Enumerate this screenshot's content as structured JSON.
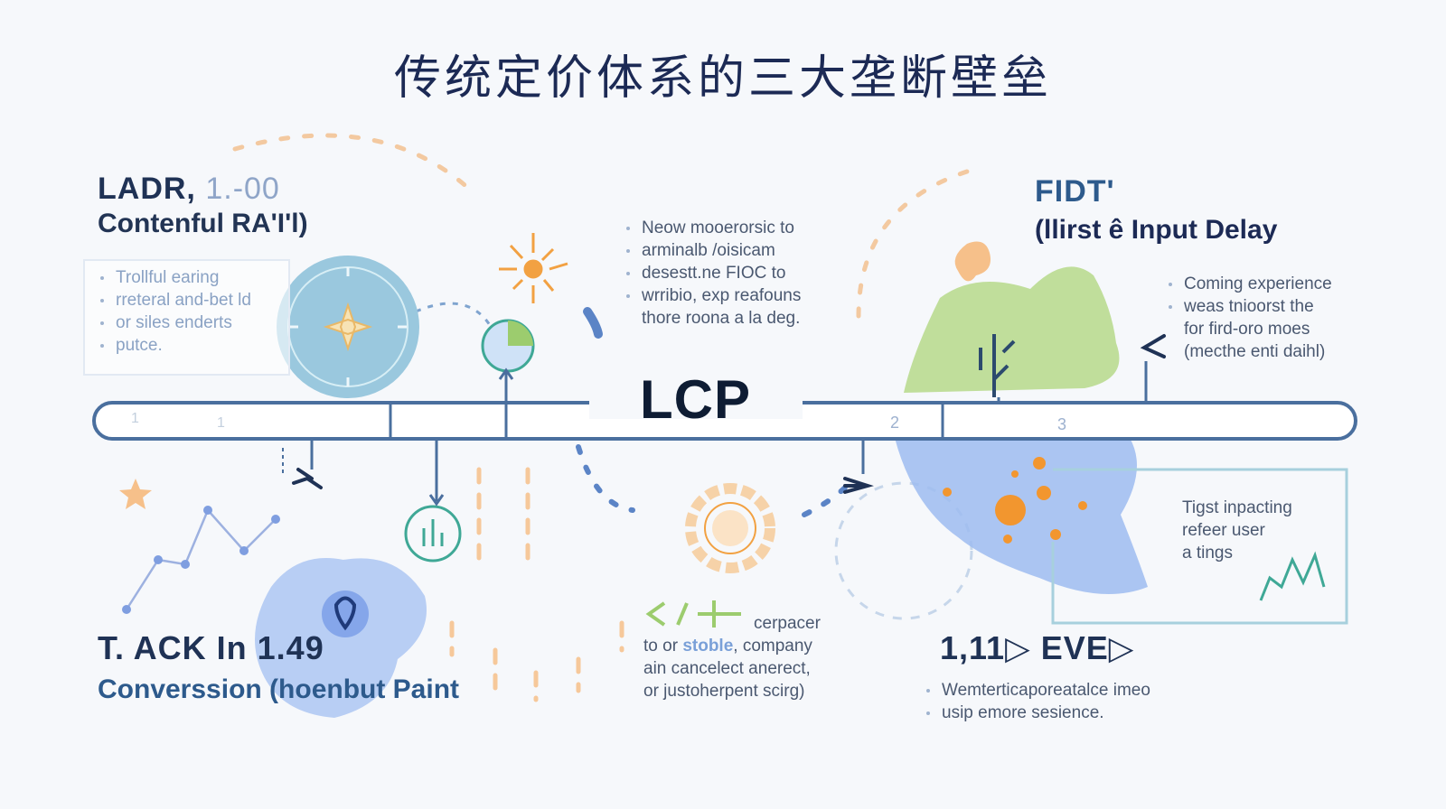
{
  "title": "传统定价体系的三大垄断壁垒",
  "center_label": "LCP",
  "top_left": {
    "code": "LADR,",
    "code_suffix": "1.-00",
    "name": "Contenful RA'I'l)",
    "bullets": [
      "Trollful earing",
      "rreteral and-bet ld",
      "or siles enderts",
      "putce."
    ]
  },
  "top_center": {
    "bullets": [
      "Neow mooerorsic to",
      "arminalb /oisicam",
      "desestt.ne FIOC to",
      "wrribio, exp reafouns"
    ],
    "trailing_line": "thore roona a la deg."
  },
  "top_right": {
    "code": "FIDT'",
    "name": "(llirst ê Input Delay",
    "bullets": [
      "Coming experience",
      "weas tnioorst the"
    ],
    "extra_lines": [
      "for fird-oro moes",
      "(mecthe enti daihl)"
    ]
  },
  "bottom_left": {
    "code": "T. ACK In 1.49",
    "name": "Converssion (hoenbut Paint"
  },
  "bottom_center": {
    "lines": [
      "cerpacer"
    ],
    "line2_prefix": "to or",
    "line2_highlight": "stoble",
    "line2_suffix": ", company",
    "more_lines": [
      "ain cancelect anerect,",
      "or justoherpent scirg)"
    ]
  },
  "bottom_right_box": {
    "lines": [
      "Tigst inpacting",
      "refeer user",
      "a tings"
    ]
  },
  "bottom_right": {
    "code": "1,11▷ EVE▷",
    "bullets": [
      "Wemterticaporeatalce imeo",
      "usip emore sesience."
    ]
  },
  "timeline_ticks": [
    "1",
    "1",
    "2",
    "3"
  ],
  "colors": {
    "timeline": "#4a6f9e",
    "accent_orange": "#f2a142",
    "accent_green": "#9ccc6e",
    "accent_blue": "#8fb4ea",
    "accent_teal": "#4aa89a"
  }
}
